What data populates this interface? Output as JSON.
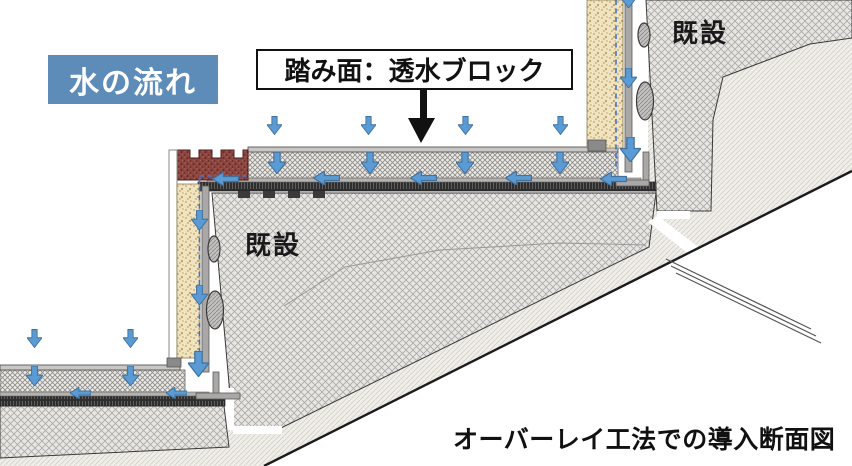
{
  "labels": {
    "water_flow": "水の流れ",
    "tread": "踏み面：透水ブロック",
    "existing_upper": "既設",
    "existing_middle": "既設",
    "caption": "オーバーレイ工法での導入断面図"
  },
  "colors": {
    "arrow_fill": "#5B9BD5",
    "arrow_outline": "#41719C",
    "water_label_bg": "#5D8CB8",
    "water_label_text": "#FFFFFF",
    "dashed_water_path": "#4472C4",
    "maroon_block": "#8D453F",
    "tan_block": "#F0E4C0",
    "dark_drain_layer": "#2E2E2E",
    "slope_line": "#1C1C1C"
  }
}
